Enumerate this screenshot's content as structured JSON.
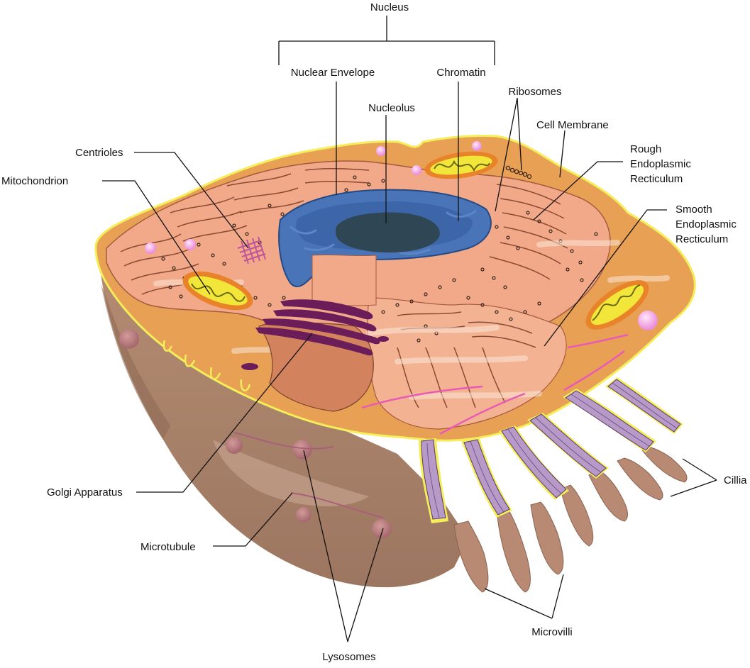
{
  "labels": {
    "nucleus": "Nucleus",
    "nuclear_envelope": "Nuclear Envelope",
    "chromatin": "Chromatin",
    "ribosomes": "Ribosomes",
    "nucleolus": "Nucleolus",
    "cell_membrane": "Cell Membrane",
    "rough_er_line1": "Rough",
    "rough_er_line2": "Endoplasmic",
    "rough_er_line3": "Recticulum",
    "smooth_er_line1": "Smooth",
    "smooth_er_line2": "Endoplasmic",
    "smooth_er_line3": "Recticulum",
    "centrioles": "Centrioles",
    "mitochondrion": "Mitochondrion",
    "golgi": "Golgi Apparatus",
    "microtubule": "Microtubule",
    "lysosomes": "Lysosomes",
    "microvilli": "Microvilli",
    "cillia": "Cillia"
  },
  "colors": {
    "cytoplasm": "#e8a055",
    "cytoplasm_dark": "#d98c42",
    "membrane_outline": "#f3ee5a",
    "cell_body_side": "#b58a6e",
    "cell_body_shadow": "#8f6a55",
    "rough_er": "#f2a98a",
    "rough_er_edge": "#a45a3e",
    "nucleus_envelope": "#4a74b8",
    "nucleus_inner": "#3d66a8",
    "nucleolus": "#2f4754",
    "golgi": "#6a1d58",
    "golgi_base": "#d3825e",
    "mito_outer": "#e8832a",
    "mito_inner": "#f2e63a",
    "lysosome": "#f4a6e6",
    "microtubule": "#e85ab5",
    "cilia": "#b79ac8",
    "microvilli": "#b88a73"
  }
}
